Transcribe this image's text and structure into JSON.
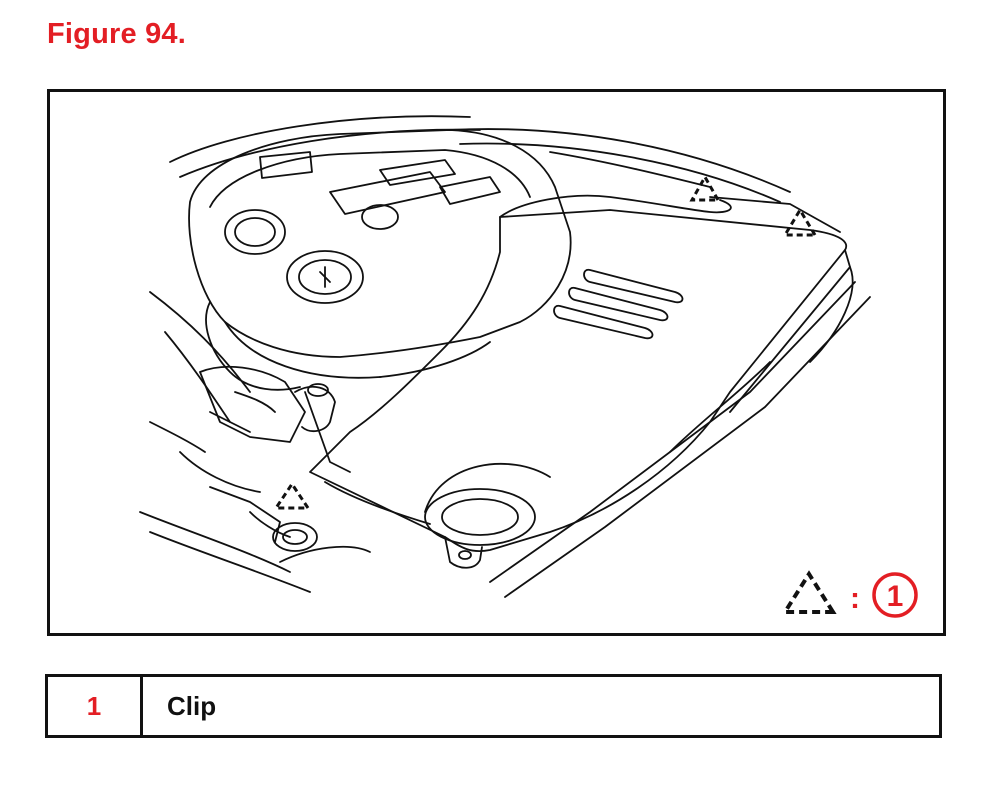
{
  "figure": {
    "title": "Figure 94."
  },
  "key": {
    "separator": ":",
    "callout_number": "1"
  },
  "legend": {
    "rows": [
      {
        "number": "1",
        "label": "Clip"
      }
    ]
  },
  "colors": {
    "accent_red": "#e31e24",
    "line_black": "#111111"
  },
  "icons": {
    "clip_marker": "dashed-triangle-icon",
    "callout": "circled-number-icon"
  }
}
